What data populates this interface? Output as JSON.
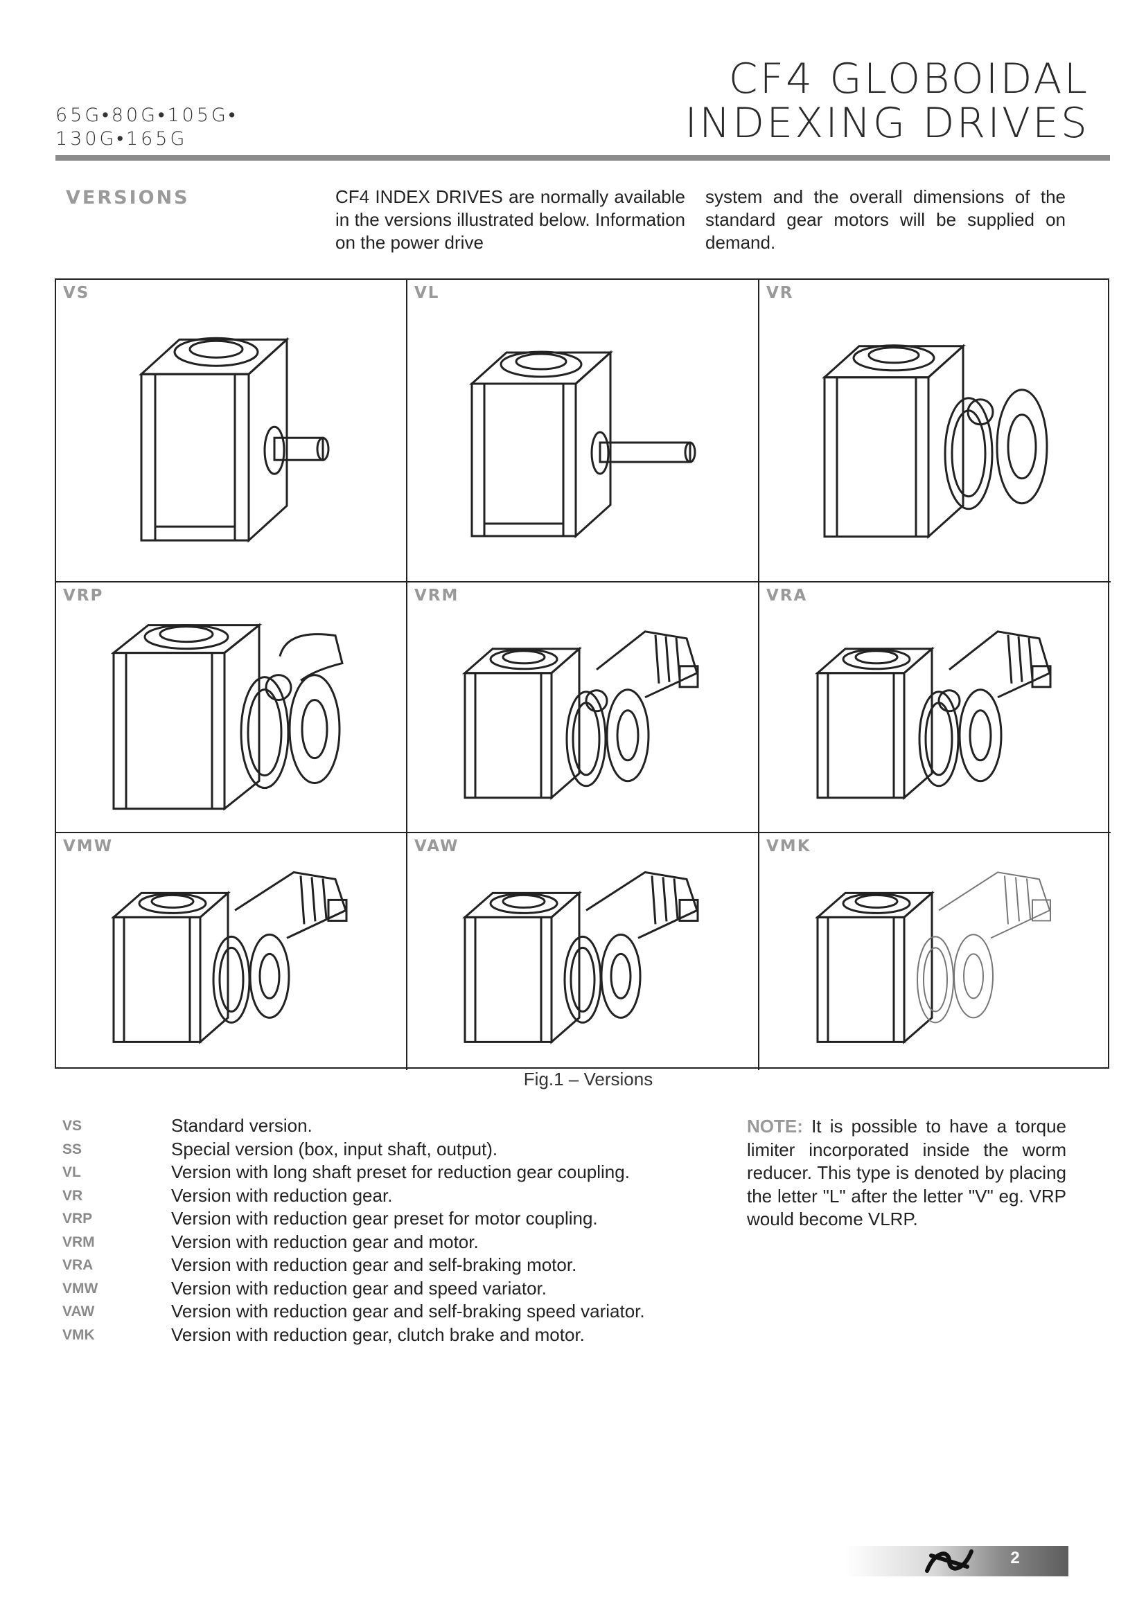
{
  "header": {
    "models_line1": "65G•80G•105G•",
    "models_line2": "130G•165G",
    "title_line1": "CF4 GLOBOIDAL",
    "title_line2": "INDEXING DRIVES"
  },
  "section": {
    "heading": "VERSIONS",
    "intro_col1": "CF4 INDEX DRIVES are normally available in the versions illustrated below. Information on the power drive",
    "intro_col2": "system and the overall dimensions of the standard gear motors will be supplied on demand."
  },
  "figure": {
    "cells": [
      {
        "label": "VS"
      },
      {
        "label": "VL"
      },
      {
        "label": "VR"
      },
      {
        "label": "VRP"
      },
      {
        "label": "VRM"
      },
      {
        "label": "VRA"
      },
      {
        "label": "VMW"
      },
      {
        "label": "VAW"
      },
      {
        "label": "VMK"
      }
    ],
    "caption": "Fig.1 – Versions"
  },
  "versions": [
    {
      "code": "VS",
      "desc": "Standard version."
    },
    {
      "code": "SS",
      "desc": "Special version (box, input shaft, output)."
    },
    {
      "code": "VL",
      "desc": "Version with long shaft preset for reduction gear coupling."
    },
    {
      "code": "VR",
      "desc": "Version with reduction gear."
    },
    {
      "code": "VRP",
      "desc": "Version with reduction gear preset for motor coupling."
    },
    {
      "code": "VRM",
      "desc": "Version with reduction gear and motor."
    },
    {
      "code": "VRA",
      "desc": "Version with reduction gear and self-braking motor."
    },
    {
      "code": "VMW",
      "desc": "Version with reduction gear and speed variator."
    },
    {
      "code": "VAW",
      "desc": "Version with reduction gear and self-braking speed variator."
    },
    {
      "code": "VMK",
      "desc": "Version with reduction gear, clutch brake and motor."
    }
  ],
  "note": {
    "label": "NOTE:",
    "text": " It is possible to have a torque limiter incorporated inside the worm reducer. This type is denoted by placing the letter \"L\" after the letter \"V\" eg. VRP would become VLRP."
  },
  "footer": {
    "page_number": "2",
    "logo_icon": "company-logo-icon"
  }
}
